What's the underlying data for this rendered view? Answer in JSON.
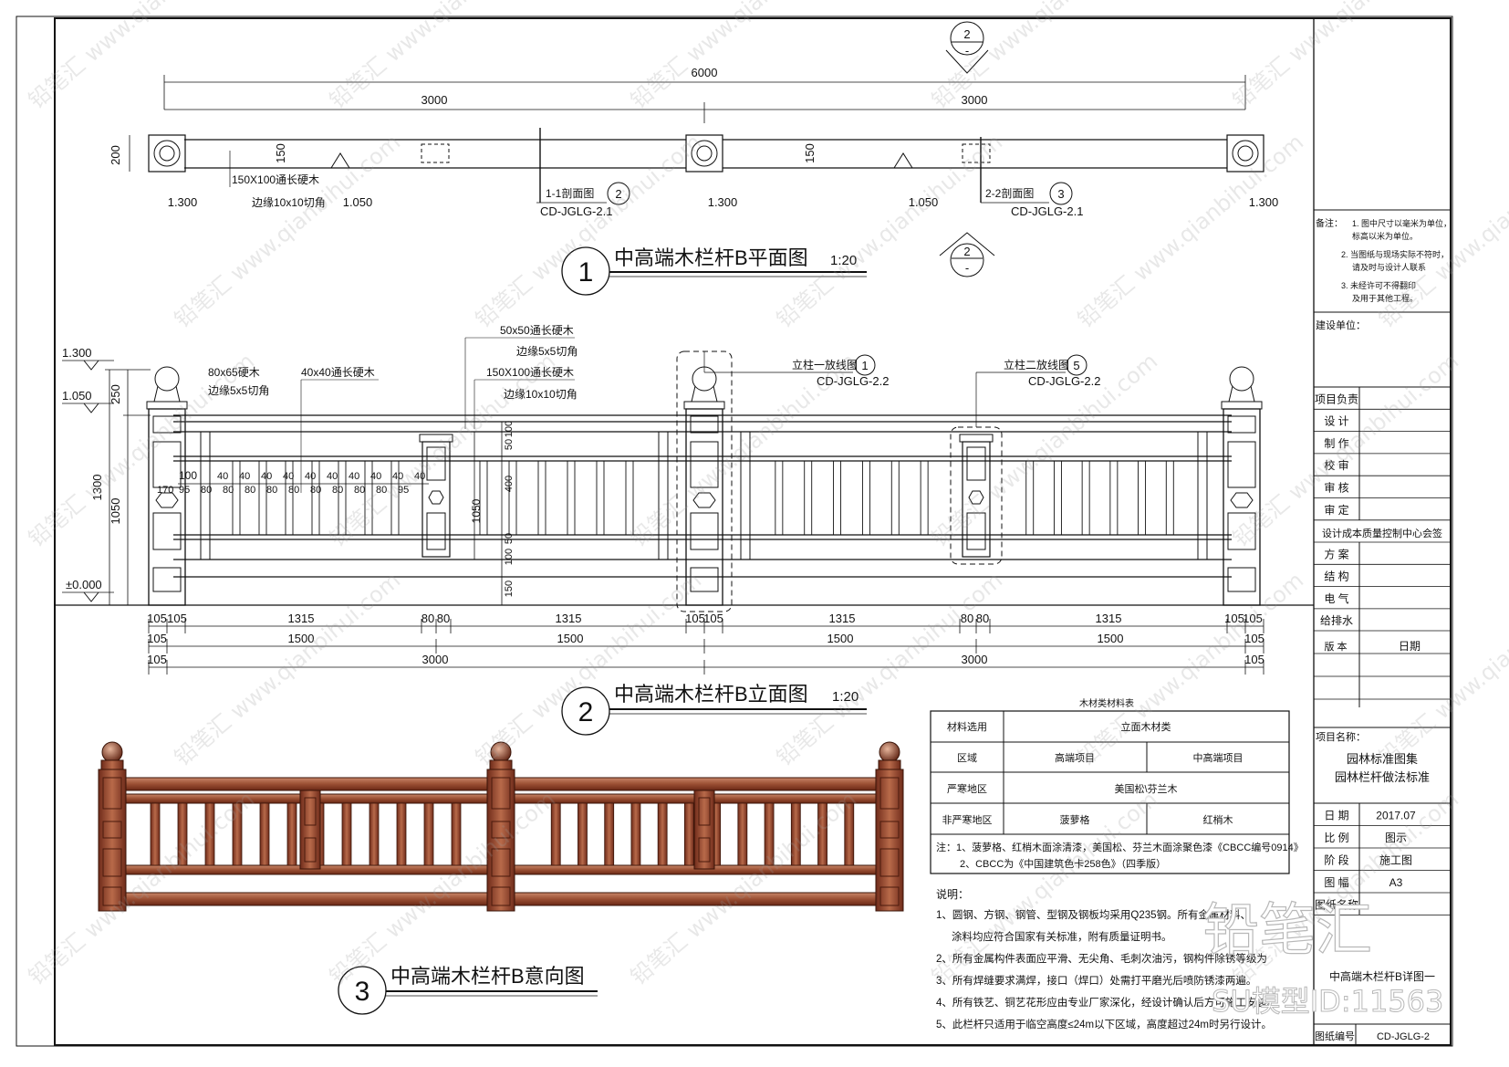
{
  "plan": {
    "overall_dim": "6000",
    "span_dim_left": "3000",
    "span_dim_right": "3000",
    "post_width_dim": "200",
    "rail_dim_left": "150",
    "rail_dim_mid": "150",
    "elev_left_post": "1.300",
    "elev_left_rail": "1.050",
    "elev_mid_post": "1.300",
    "elev_right_rail": "1.050",
    "elev_right_post": "1.300",
    "note_rail_1": "150X100通长硬木",
    "note_rail_2": "边缘10x10切角",
    "section_ref_1": "1-1剖面图",
    "section_ref_1_num": "2",
    "section_ref_1_code": "CD-JGLG-2.1",
    "section_ref_2": "2-2剖面图",
    "section_ref_2_num": "3",
    "section_ref_2_code": "CD-JGLG-2.1",
    "cut_top": "2",
    "cut_top_sub": "-",
    "cut_bottom": "2",
    "cut_bottom_sub": "-",
    "title_num": "1",
    "title": "中高端木栏杆B平面图",
    "scale": "1:20"
  },
  "elevation": {
    "level_top": "1.300",
    "level_mid": "1.050",
    "level_zero": "±0.000",
    "dim_250": "250",
    "dim_1300": "1300",
    "dim_1050": "1050",
    "note_a1": "80x65硬木",
    "note_a2": "边缘5x5切角",
    "note_b1": "40x40通长硬木",
    "note_c1": "50x50通长硬木",
    "note_c2": "边缘5x5切角",
    "note_d1": "150X100通长硬木",
    "note_d2": "边缘10x10切角",
    "detail_1": "立柱一放线图",
    "detail_1_num": "1",
    "detail_1_code": "CD-JGLG-2.2",
    "detail_2": "立柱二放线图",
    "detail_2_num": "5",
    "detail_2_code": "CD-JGLG-2.2",
    "baluster_dims_top": [
      "40",
      "40",
      "40",
      "40",
      "40",
      "40",
      "40",
      "40",
      "40",
      "40"
    ],
    "baluster_dims_bottom": [
      "170",
      "95",
      "80",
      "80",
      "80",
      "80",
      "80",
      "80",
      "80",
      "80",
      "80",
      "95"
    ],
    "dim_100": "100",
    "vert_dims": [
      "100",
      "50",
      "400",
      "50",
      "100",
      "150"
    ],
    "vert_1050": "1050",
    "row1": [
      "105",
      "105",
      "1315",
      "80",
      "80",
      "1315",
      "105",
      "105",
      "1315",
      "80",
      "80",
      "1315",
      "105",
      "105"
    ],
    "row2": [
      "105",
      "1500",
      "1500",
      "1500",
      "1500",
      "105"
    ],
    "row3": [
      "105",
      "3000",
      "3000",
      "105"
    ],
    "title_num": "2",
    "title": "中高端木栏杆B立面图",
    "scale": "1:20"
  },
  "render": {
    "title_num": "3",
    "title": "中高端木栏杆B意向图"
  },
  "materials": {
    "caption": "木材类材料表",
    "h_select": "材料选用",
    "h_category": "立面木材类",
    "h_area": "区域",
    "h_high": "高端项目",
    "h_midhigh": "中高端项目",
    "r1_area": "严寒地区",
    "r1_val": "美国松\\芬兰木",
    "r2_area": "非严寒地区",
    "r2_high": "菠萝格",
    "r2_mid": "红梢木",
    "note_1": "注：1、菠萝格、红梢木面涂清漆，美国松、芬兰木面涂聚色漆《CBCC编号0914》",
    "note_2": "2、CBCC为《中国建筑色卡258色》（四季版）"
  },
  "notes": {
    "heading": "说明：",
    "lines": [
      "1、圆钢、方钢、钢管、型钢及钢板均采用Q235钢。所有金属材料、",
      "涂料均应符合国家有关标准，附有质量证明书。",
      "2、所有金属构件表面应平滑、无尖角、毛刺次油污，钢构件除锈等级为",
      "3、所有焊缝要求满焊，接口（焊口）处需打平磨光后喷防锈漆两遍。",
      "4、所有铁艺、铜艺花形应由专业厂家深化，经设计确认后方可施工安装。",
      "5、此栏杆只适用于临空高度≤24m以下区域，高度超过24m时另行设计。"
    ]
  },
  "titleblock": {
    "remarks_label": "备注：",
    "remarks": [
      "1. 图中尺寸以毫米为单位，",
      "标高以米为单位。",
      "2. 当图纸与现场实际不符时，",
      "请及时与设计人联系",
      "3. 未经许可不得翻印",
      "及用于其他工程。"
    ],
    "client_label": "建设单位：",
    "rows_a": [
      "项目负责",
      "设  计",
      "制  作",
      "校  审",
      "审  核",
      "审  定"
    ],
    "center_label": "设计成本质量控制中心会签",
    "rows_b": [
      "方  案",
      "结  构",
      "电  气",
      "给排水"
    ],
    "version_label": "版  本",
    "date_head": "日期",
    "project_label": "项目名称：",
    "project_1": "园林标准图集",
    "project_2": "园林栏杆做法标准",
    "info": [
      {
        "k": "日  期",
        "v": "2017.07"
      },
      {
        "k": "比  例",
        "v": "图示"
      },
      {
        "k": "阶  段",
        "v": "施工图"
      },
      {
        "k": "图  幅",
        "v": "A3"
      },
      {
        "k": "图纸名称",
        "v": ""
      }
    ],
    "sheet_name": "中高端木栏杆B详图一",
    "sheet_no_label": "图纸编号",
    "sheet_no": "CD-JGLG-2"
  },
  "watermark": {
    "brand": "铅笔汇",
    "url": "www.qianbihui.com",
    "model_id": "SU模型ID:11563"
  }
}
